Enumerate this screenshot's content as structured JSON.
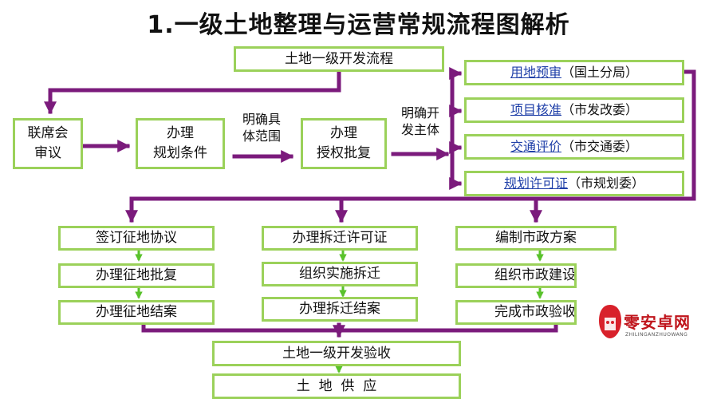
{
  "title": "1.一级土地整理与运营常规流程图解析",
  "top_box": "土地一级开发流程",
  "step1": [
    "联席会",
    "审议"
  ],
  "step2": [
    "办理",
    "规划条件"
  ],
  "step3": [
    "办理",
    "授权批复"
  ],
  "label_a": [
    "明确具",
    "体范围"
  ],
  "label_b": [
    "明确开",
    "发主体"
  ],
  "agencies": [
    {
      "link": "用地预审",
      "dept": "（国土分局）"
    },
    {
      "link": "项目核准",
      "dept": "（市发改委）"
    },
    {
      "link": "交通评价",
      "dept": "（市交通委）"
    },
    {
      "link": "规划许可证",
      "dept": "（市规划委）"
    }
  ],
  "col1": [
    "签订征地协议",
    "办理征地批复",
    "办理征地结案"
  ],
  "col2": [
    "办理拆迁许可证",
    "组织实施拆迁",
    "办理拆迁结案"
  ],
  "col3": [
    "编制市政方案",
    "组织市政建设",
    "完成市政验收"
  ],
  "acceptance": "土地一级开发验收",
  "supply": "土  地  供  应",
  "watermark": {
    "text": "零安卓网",
    "sub": "ZHILINGANZHUOWANG"
  },
  "colors": {
    "arrow": "#7b1b7c",
    "small_arrow": "#59c22b",
    "box_border": "#9bd15a",
    "link": "#1f3fa8"
  }
}
